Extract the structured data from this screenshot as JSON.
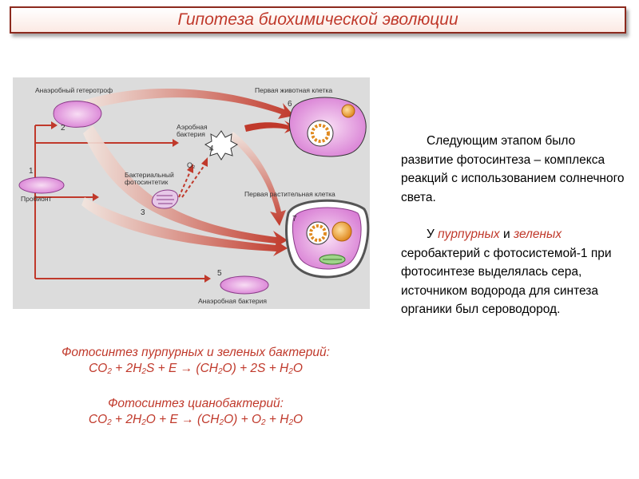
{
  "title": "Гипотеза биохимической эволюции",
  "diagram": {
    "labels": {
      "anaerobic_heterotroph": "Анаэробный гетеротроф",
      "first_animal_cell": "Первая животная клетка",
      "aerobic_bacterium_1": "Аэробная",
      "aerobic_bacterium_2": "бактерия",
      "bacterial_photosynthetic_1": "Бактериальный",
      "bacterial_photosynthetic_2": "фотосинтетик",
      "o2": "O₂",
      "probiont": "Пробионт",
      "first_plant_cell": "Первая растительная клетка",
      "anaerobic_bacterium": "Анаэробная бактерия"
    },
    "numbers": [
      "1",
      "2",
      "3",
      "4",
      "5",
      "6",
      "7"
    ]
  },
  "equations": {
    "purple_green_title": "Фотосинтез пурпурных и зеленых бактерий:",
    "purple_green": {
      "co2": "CO",
      "sub_co2": "2",
      "p1": " + 2H",
      "sub_h": "2",
      "p2": "S + E → (CH",
      "sub_ch": "2",
      "p3": "O) + 2S + H",
      "sub_h2o": "2",
      "p4": "O"
    },
    "cyano_title": "Фотосинтез цианобактерий:",
    "cyano": {
      "co2": "CO",
      "sub_co2": "2",
      "p1": " + 2H",
      "sub_h": "2",
      "p2": "O + E → (CH",
      "sub_ch": "2",
      "p3": "O) + O",
      "sub_o": "2",
      "p4": " + H",
      "sub_h2o": "2",
      "p5": "O"
    }
  },
  "text": {
    "para1": "Следующим этапом было развитие фотосинтеза – комплекса реакций с использованием солнечного света.",
    "para2_a": "У ",
    "para2_purple": "пурпурных",
    "para2_and": " и ",
    "para2_green": "зеленых",
    "para2_b": " серобактерий с фотосистемой-1 при фотосинтезе выделялась сера, источником водорода для синтеза органики был сероводород."
  }
}
